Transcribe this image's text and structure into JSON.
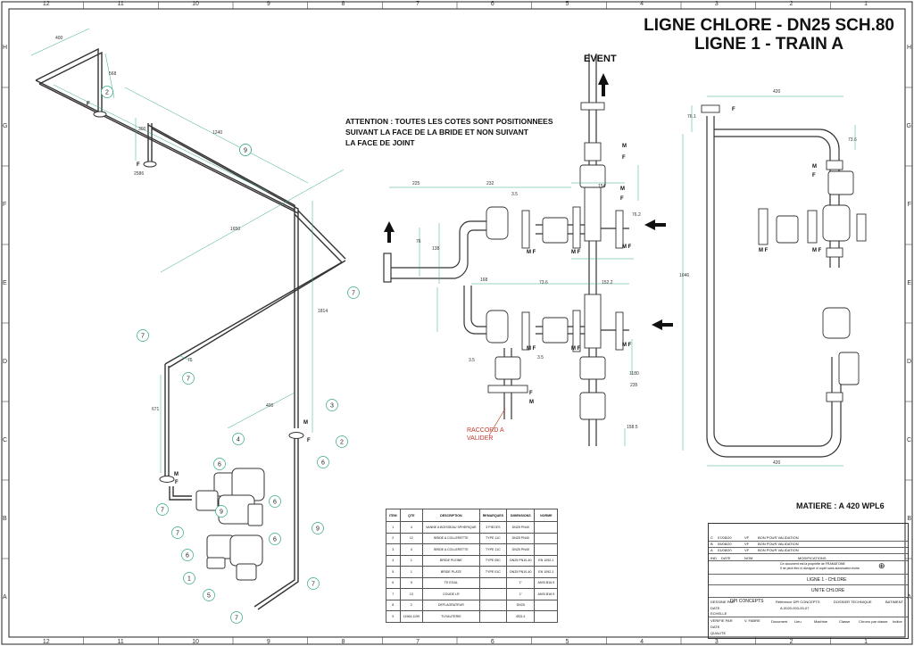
{
  "title": {
    "line1": "LIGNE CHLORE - DN25 SCH.80",
    "line2": "LIGNE 1 - TRAIN A"
  },
  "vent_label": "EVENT",
  "warning_text": "ATTENTION : TOUTES LES COTES SONT POSITIONNEES\nSUIVANT LA FACE DE LA BRIDE ET NON SUIVANT\nLA FACE DE JOINT",
  "material": "MATIERE : A 420 WPL6",
  "raccord_note": "RACCORD A VALIDER",
  "zone_columns": [
    "12",
    "11",
    "10",
    "9",
    "8",
    "7",
    "6",
    "5",
    "4",
    "3",
    "2",
    "1"
  ],
  "zone_rows": [
    "H",
    "G",
    "F",
    "E",
    "D",
    "C",
    "B",
    "A"
  ],
  "iso_dimensions": [
    "400",
    "568",
    "300",
    "2586",
    "1240",
    "1650",
    "1814",
    "400",
    "671",
    "75"
  ],
  "iso_balloons": [
    "1",
    "2",
    "2",
    "3",
    "4",
    "5",
    "6",
    "6",
    "6",
    "6",
    "6",
    "7",
    "7",
    "7",
    "7",
    "7",
    "7",
    "7",
    "7",
    "9",
    "9",
    "9"
  ],
  "mf_labels": {
    "m": "M",
    "f": "F"
  },
  "elev_dimensions": [
    "225",
    "232",
    "3.5",
    "154",
    "76",
    "138",
    "168",
    "73.6",
    "152.2",
    "76.2",
    "3.5",
    "158.5",
    "420",
    "1046",
    "73.6",
    "76.1",
    "420",
    "3.5",
    "1180",
    "235"
  ],
  "bom": {
    "headers": [
      "ITEM",
      "QTE",
      "DESCRIPTION",
      "REMARQUES",
      "DIMENSIONS",
      "NORME"
    ],
    "rows": [
      [
        "1",
        "4",
        "VANNE A BOISSEAU SPHERIQUE",
        "3 PIECES",
        "DN25 PN40",
        ""
      ],
      [
        "2",
        "12",
        "BRIDE A COLLERETTE",
        "TYPE 11C",
        "DN25 PN40",
        ""
      ],
      [
        "3",
        "4",
        "BRIDE A COLLERETTE",
        "TYPE 11C",
        "DN25 PN40",
        ""
      ],
      [
        "4",
        "1",
        "BRIDE PLEINE",
        "TYPE 05C",
        "DN25 PN10-40",
        "EN 1092-1"
      ],
      [
        "5",
        "1",
        "BRIDE PLATE",
        "TYPE 01C",
        "DN25 PN10-40",
        "EN 1092-1"
      ],
      [
        "6",
        "5",
        "TE EGAL",
        "",
        "1\"",
        "ANSI B16.9"
      ],
      [
        "7",
        "13",
        "COUDE LR",
        "",
        "1\"",
        "ANSI B16.9"
      ],
      [
        "8",
        "2",
        "DEFLAGRATEUR",
        "",
        "DN25",
        ""
      ],
      [
        "9",
        "11964,1199",
        "TUYAUTERIE",
        "",
        "Ø33,4",
        ""
      ]
    ]
  },
  "title_block": {
    "revisions": [
      [
        "C",
        "07/08/20",
        "VF",
        "BON POUR VALIDATION"
      ],
      [
        "B",
        "05/08/20",
        "VF",
        "BON POUR VALIDATION"
      ],
      [
        "A",
        "01/08/20",
        "VF",
        "BON POUR VALIDATION"
      ]
    ],
    "rev_headers": [
      "IND",
      "DATE",
      "NOM",
      "MODIFICATIONS"
    ],
    "property": "Ce document est la propriété de FRAMATOME\nIl ne peut être ni divulgué ni copié sans autorisation écrite",
    "drawing_title": "LIGNE 1 - CHLORE",
    "unit": "UNITE CHLORE",
    "designed_by_label": "DESSINE PAR",
    "designed_by": "DPI CONCEPTS",
    "reference_label": "Référence DPI CONCEPTS",
    "reference": "A-0020-003-00-07",
    "dossier": "DOSSIER TECHNIQUE",
    "batiment": "BATIMENT",
    "verified_label": "VERIFIE PAR",
    "verified_by": "V. FABRE",
    "date_label": "DATE",
    "scale_label": "ECHELLE",
    "quality_label": "QUALITE",
    "columns": [
      "Document",
      "Lieu",
      "Machine",
      "Classe",
      "Chrono par classe",
      "Indice"
    ]
  }
}
